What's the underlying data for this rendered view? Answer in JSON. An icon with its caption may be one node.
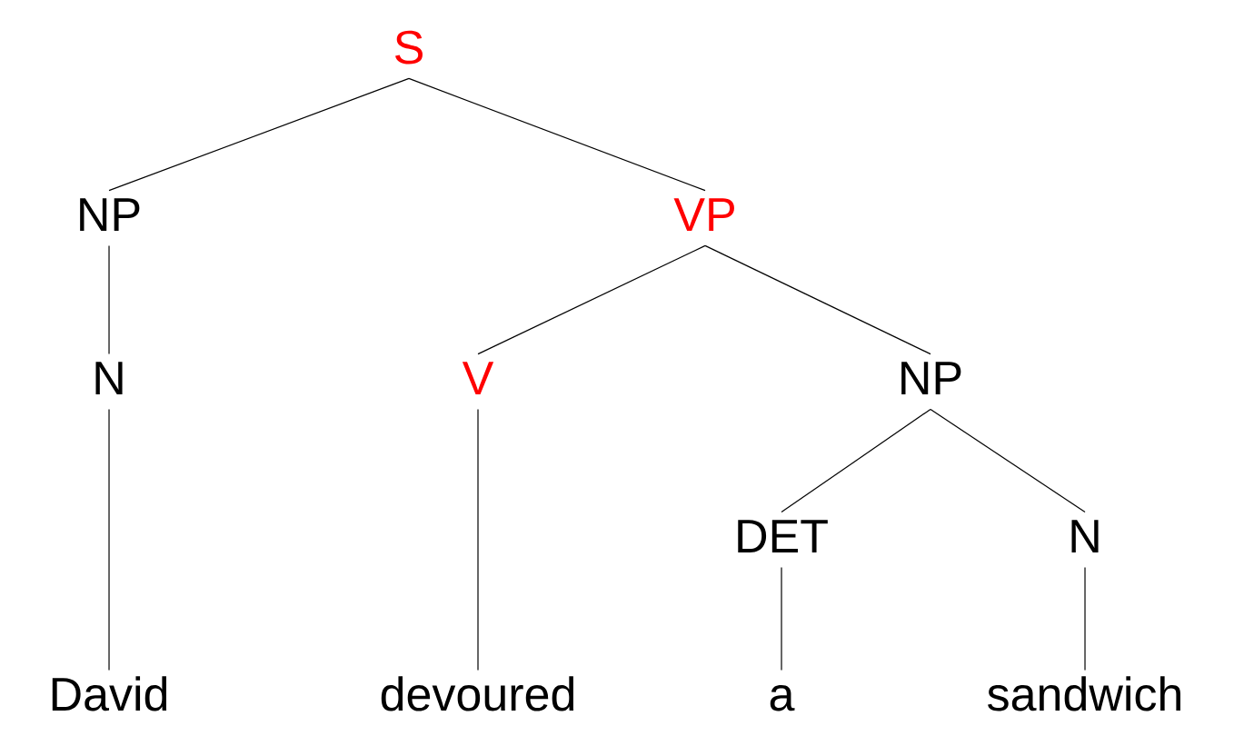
{
  "diagram": {
    "nodes": [
      {
        "text": [
          "S"
        ]
      },
      {
        "text": [
          "NP"
        ]
      },
      {
        "text": [
          "VP"
        ]
      },
      {
        "text": [
          "N"
        ]
      },
      {
        "text": [
          "V"
        ]
      },
      {
        "text": [
          "NP"
        ]
      },
      {
        "text": [
          "DET"
        ]
      },
      {
        "text": [
          "N"
        ]
      },
      {
        "text": [
          "David"
        ]
      },
      {
        "text": [
          "devoured"
        ]
      },
      {
        "text": [
          "a"
        ]
      },
      {
        "text": [
          "sandwich"
        ]
      }
    ],
    "edges": [
      {
        "from": 0,
        "to": 1,
        "arrow": "none"
      },
      {
        "from": 0,
        "to": 2,
        "arrow": "none"
      },
      {
        "from": 1,
        "to": 3,
        "arrow": "none"
      },
      {
        "from": 2,
        "to": 4,
        "arrow": "none"
      },
      {
        "from": 2,
        "to": 5,
        "arrow": "none"
      },
      {
        "from": 3,
        "to": 8,
        "arrow": "none"
      },
      {
        "from": 4,
        "to": 9,
        "arrow": "none"
      },
      {
        "from": 5,
        "to": 6,
        "arrow": "none"
      },
      {
        "from": 5,
        "to": 7,
        "arrow": "none"
      },
      {
        "from": 6,
        "to": 10,
        "arrow": "none"
      },
      {
        "from": 7,
        "to": 11,
        "arrow": "none"
      }
    ]
  }
}
